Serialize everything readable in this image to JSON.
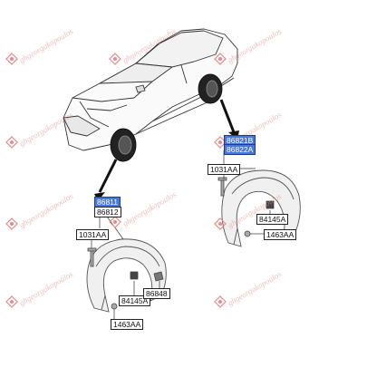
{
  "watermark": {
    "text": "ghgeorgakopoulos",
    "color": "#e58a8a"
  },
  "rear_group": {
    "part_numbers": [
      "86821B",
      "86822A"
    ],
    "bolt": "1031AA",
    "clip": "84145A",
    "screw": "1463AA"
  },
  "front_group": {
    "part_numbers": [
      "86811",
      "86812"
    ],
    "bolt": "1031AA",
    "clip": "84145A",
    "bracket": "86848",
    "screw": "1463AA"
  },
  "colors": {
    "highlight": "#4a78d8",
    "line": "#1a1a1a"
  }
}
